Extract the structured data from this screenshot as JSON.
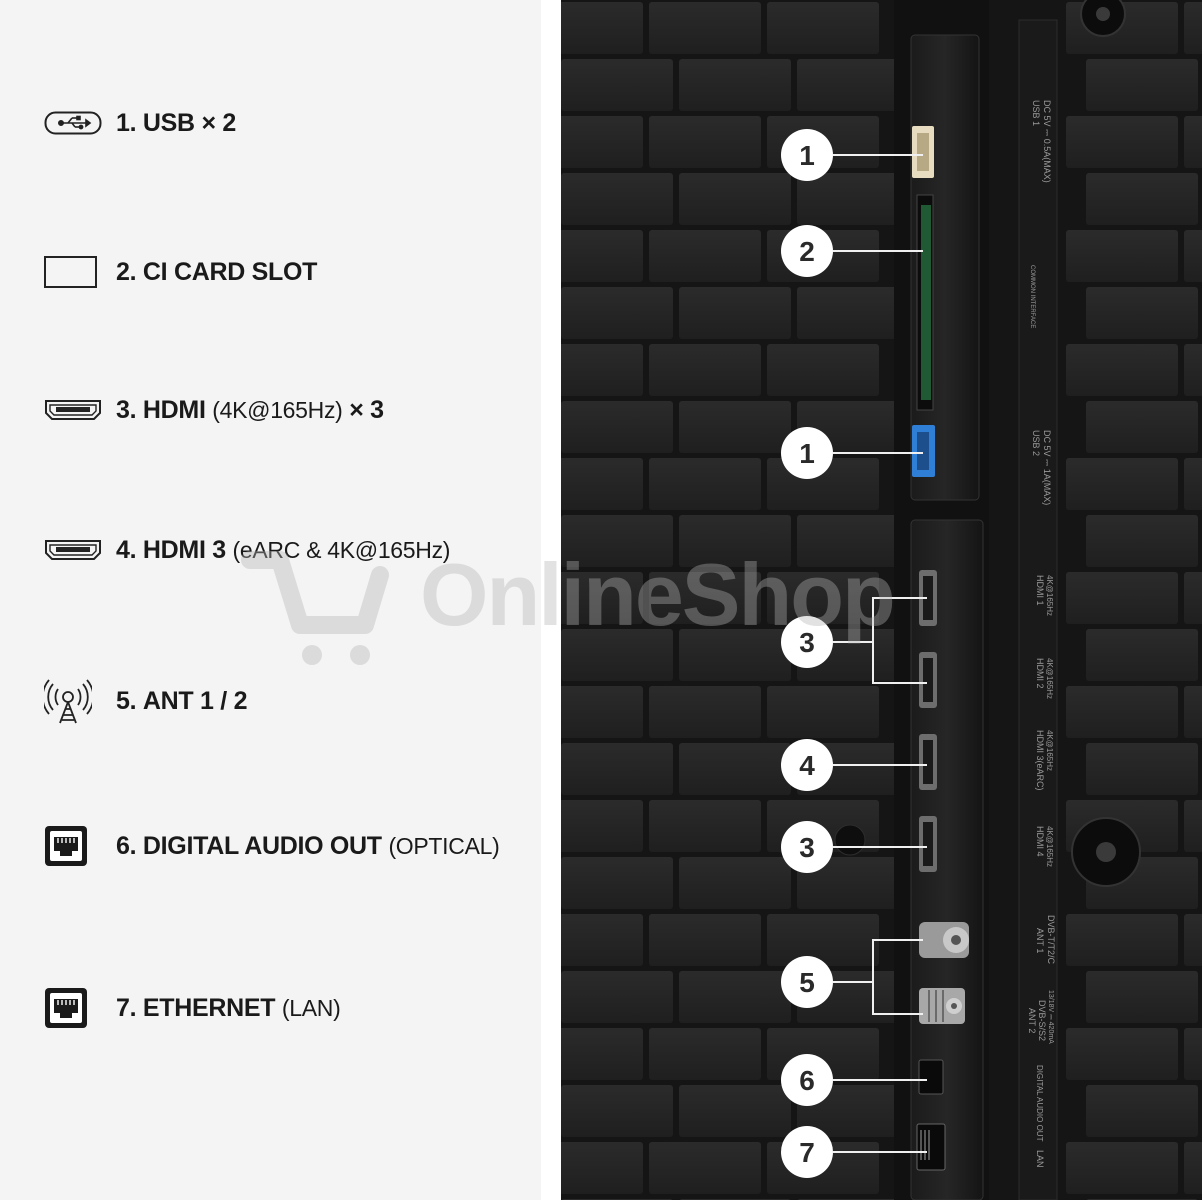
{
  "specs": [
    {
      "num": "1.",
      "name": "USB",
      "extra": "× 2",
      "icon": "usb-icon"
    },
    {
      "num": "2.",
      "name": "CI CARD SLOT",
      "extra": "",
      "icon": "card-slot-icon"
    },
    {
      "num": "3.",
      "name": "HDMI",
      "paren": "(4K@165Hz)",
      "extra": "× 3",
      "icon": "hdmi-icon"
    },
    {
      "num": "4.",
      "name": "HDMI 3",
      "paren": "(eARC & 4K@165Hz)",
      "icon": "hdmi-icon"
    },
    {
      "num": "5.",
      "name": "ANT 1 / 2",
      "icon": "antenna-icon"
    },
    {
      "num": "6.",
      "name": "DIGITAL AUDIO OUT",
      "paren": "(OPTICAL)",
      "icon": "ethernet-port-icon"
    },
    {
      "num": "7.",
      "name": "ETHERNET",
      "paren": "(LAN)",
      "icon": "ethernet-port-icon"
    }
  ],
  "callouts": [
    "1",
    "2",
    "1",
    "3",
    "4",
    "3",
    "5",
    "6",
    "7"
  ],
  "panel_labels": {
    "usb1": "USB 1",
    "usb1_rating": "DC 5V ⎓ 0.5A(MAX)",
    "ci": "COMMON INTERFACE",
    "usb2": "USB 2",
    "usb2_rating": "DC 5V ⎓ 1A(MAX)",
    "hdmi1": "HDMI 1",
    "hdmi1_spec": "4K@165Hz",
    "hdmi2": "HDMI 2",
    "hdmi2_spec": "4K@165Hz",
    "hdmi3": "HDMI 3(eARC)",
    "hdmi3_spec": "4K@165Hz",
    "hdmi4": "HDMI 4",
    "hdmi4_spec": "4K@165Hz",
    "ant1": "ANT 1",
    "ant1_spec": "DVB-T/T2/C",
    "ant2": "ANT 2",
    "ant2_spec": "DVB-S/S2",
    "ant2_rating": "13/18V ⎓ 420mA",
    "optical": "DIGITAL AUDIO OUT",
    "lan": "LAN"
  },
  "watermark": "OnlineShop",
  "colors": {
    "panel_bg": "#f4f4f4",
    "photo_bg": "#161616",
    "callout_fill": "#ffffff",
    "callout_text": "#2a2a2a",
    "usb3_blue": "#2f7fd6",
    "usb_cream": "#e8dcc0"
  }
}
